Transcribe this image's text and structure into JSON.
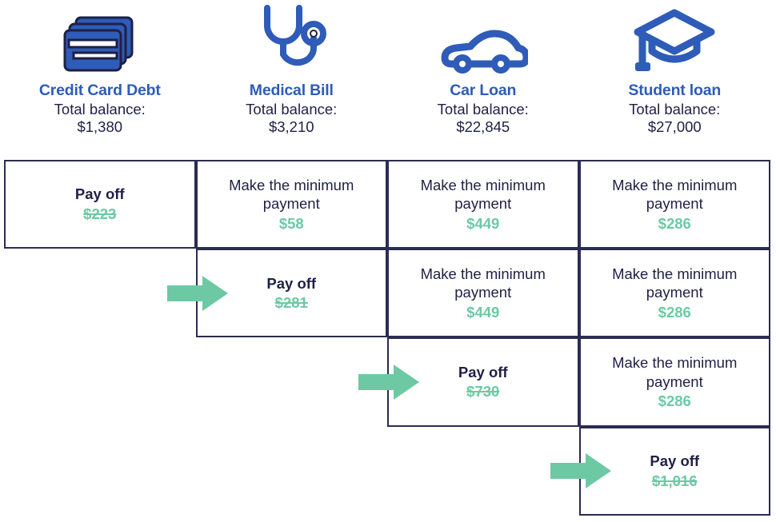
{
  "header": {
    "debts": [
      {
        "icon": "credit-cards-icon",
        "title": "Credit Card Debt",
        "balance_label": "Total balance:",
        "balance_value": "$1,380"
      },
      {
        "icon": "stethoscope-icon",
        "title": "Medical Bill",
        "balance_label": "Total balance:",
        "balance_value": "$3,210"
      },
      {
        "icon": "car-icon",
        "title": "Car Loan",
        "balance_label": "Total balance:",
        "balance_value": "$22,845"
      },
      {
        "icon": "graduation-cap-icon",
        "title": "Student loan",
        "balance_label": "Total balance:",
        "balance_value": "$27,000"
      }
    ]
  },
  "grid": {
    "rows": [
      {
        "cells": [
          {
            "column": 0,
            "action": "Pay off",
            "amount": "$223",
            "type": "payoff",
            "struck": true
          },
          {
            "column": 1,
            "action": "Make the minimum payment",
            "amount": "$58",
            "type": "minimum",
            "struck": false
          },
          {
            "column": 2,
            "action": "Make the minimum payment",
            "amount": "$449",
            "type": "minimum",
            "struck": false
          },
          {
            "column": 3,
            "action": "Make the minimum payment",
            "amount": "$286",
            "type": "minimum",
            "struck": false
          }
        ]
      },
      {
        "cells": [
          {
            "column": 1,
            "action": "Pay off",
            "amount": "$281",
            "type": "payoff",
            "struck": true
          },
          {
            "column": 2,
            "action": "Make the minimum payment",
            "amount": "$449",
            "type": "minimum",
            "struck": false
          },
          {
            "column": 3,
            "action": "Make the minimum payment",
            "amount": "$286",
            "type": "minimum",
            "struck": false
          }
        ]
      },
      {
        "cells": [
          {
            "column": 2,
            "action": "Pay off",
            "amount": "$730",
            "type": "payoff",
            "struck": true
          },
          {
            "column": 3,
            "action": "Make the minimum payment",
            "amount": "$286",
            "type": "minimum",
            "struck": false
          }
        ]
      },
      {
        "cells": [
          {
            "column": 3,
            "action": "Pay off",
            "amount": "$1,016",
            "type": "payoff",
            "struck": true
          }
        ]
      }
    ],
    "arrows": [
      {
        "name": "arrow-to-medical-payoff",
        "row": 1,
        "column": 1
      },
      {
        "name": "arrow-to-car-payoff",
        "row": 2,
        "column": 2
      },
      {
        "name": "arrow-to-student-payoff",
        "row": 3,
        "column": 3
      }
    ]
  },
  "colors": {
    "brand_blue": "#2e5cb8",
    "navy": "#1f2046",
    "border_navy": "#2b2c52",
    "green": "#6dc9a4",
    "background": "#ffffff"
  }
}
